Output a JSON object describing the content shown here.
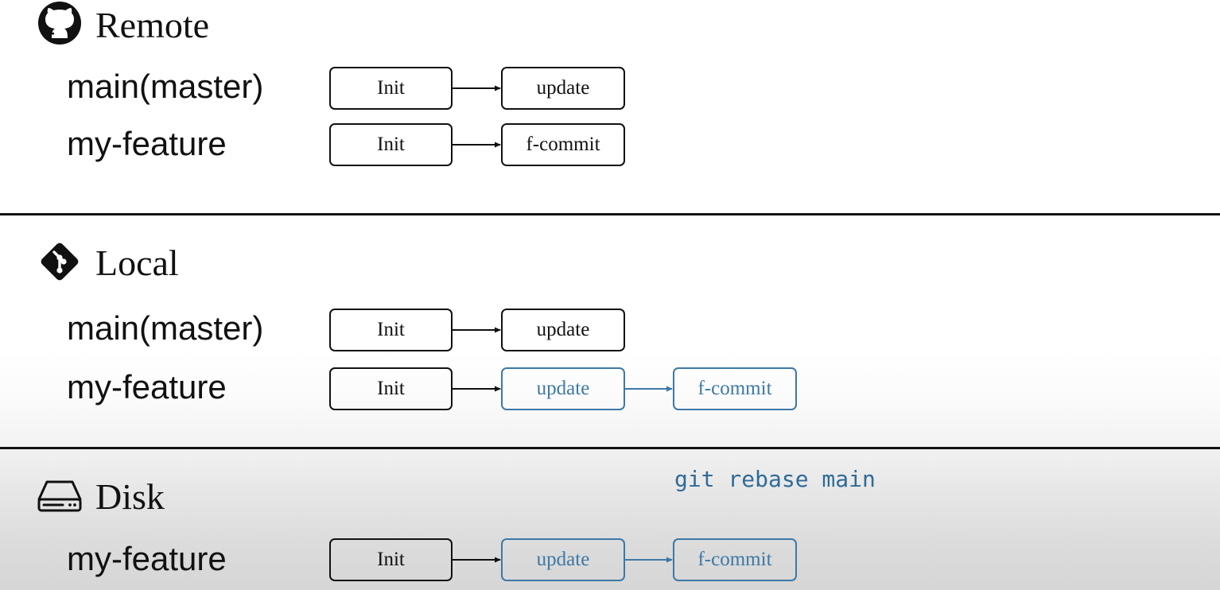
{
  "sections": [
    {
      "title": "Remote",
      "icon": "github-icon",
      "branches": [
        {
          "name": "main(master)",
          "commits": [
            {
              "label": "Init",
              "highlight": false
            },
            {
              "label": "update",
              "highlight": false
            }
          ]
        },
        {
          "name": "my-feature",
          "commits": [
            {
              "label": "Init",
              "highlight": false
            },
            {
              "label": "f-commit",
              "highlight": false
            }
          ]
        }
      ]
    },
    {
      "title": "Local",
      "icon": "git-icon",
      "branches": [
        {
          "name": "main(master)",
          "commits": [
            {
              "label": "Init",
              "highlight": false
            },
            {
              "label": "update",
              "highlight": false
            }
          ]
        },
        {
          "name": "my-feature",
          "commits": [
            {
              "label": "Init",
              "highlight": false
            },
            {
              "label": "update",
              "highlight": true
            },
            {
              "label": "f-commit",
              "highlight": true
            }
          ]
        }
      ]
    },
    {
      "title": "Disk",
      "icon": "hard-drive-icon",
      "branches": [
        {
          "name": "my-feature",
          "commits": [
            {
              "label": "Init",
              "highlight": false
            },
            {
              "label": "update",
              "highlight": true
            },
            {
              "label": "f-commit",
              "highlight": true
            }
          ]
        }
      ]
    }
  ],
  "command": "git rebase main",
  "colors": {
    "text": "#111111",
    "highlight": "#3d78a6",
    "command": "#2f6b98"
  }
}
